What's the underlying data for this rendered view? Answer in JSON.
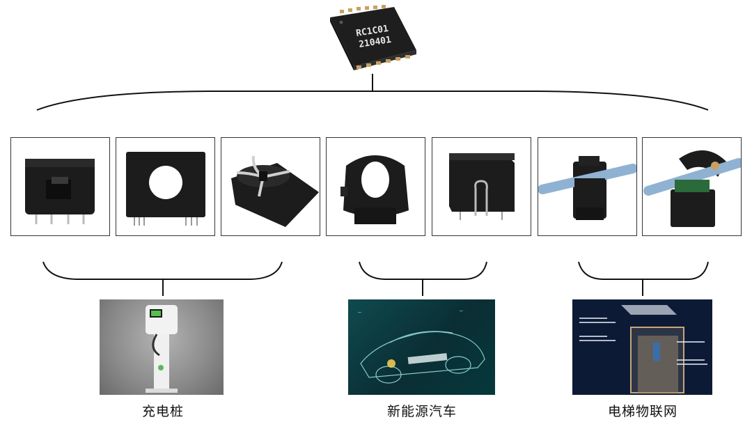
{
  "chip": {
    "line1": "RC1C01",
    "line2": "210401"
  },
  "applications": [
    {
      "label": "充电桩"
    },
    {
      "label": "新能源汽车"
    },
    {
      "label": "电梯物联网"
    }
  ],
  "colors": {
    "line": "#111111",
    "chip_body": "#1e1e1e",
    "pad": "#c8a060",
    "sensor_body": "#1c1c1c",
    "cable": "#8fb2d2",
    "car_bg": "#0a3a3e",
    "elevator_bg": "#0d1a35",
    "charger_bg": "#8a8a8a"
  },
  "icons": [
    "chip-icon",
    "sensor-icon",
    "charging-pile-icon",
    "car-icon",
    "elevator-icon"
  ]
}
